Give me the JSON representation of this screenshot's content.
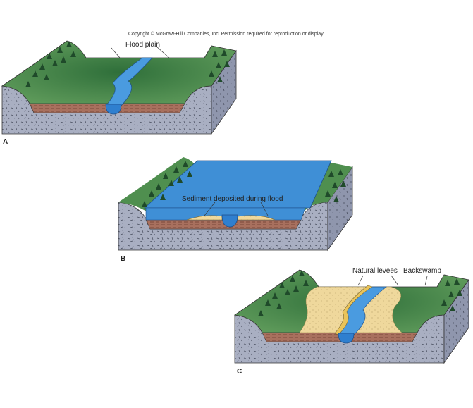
{
  "copyright": "Copyright © McGraw-Hill Companies, Inc. Permission required for reproduction or display.",
  "panels": {
    "a": {
      "letter": "A",
      "label": "Flood plain"
    },
    "b": {
      "letter": "B",
      "label": "Sediment deposited during flood"
    },
    "c": {
      "letter": "C",
      "label_levees": "Natural levees",
      "label_backswamp": "Backswamp"
    }
  },
  "colors": {
    "rock": "#a9afc2",
    "rock_side": "#8f96ad",
    "grass": "#4f8f4f",
    "water": "#3f8fd6",
    "clay": "#a8705e",
    "sand": "#efd89c"
  }
}
